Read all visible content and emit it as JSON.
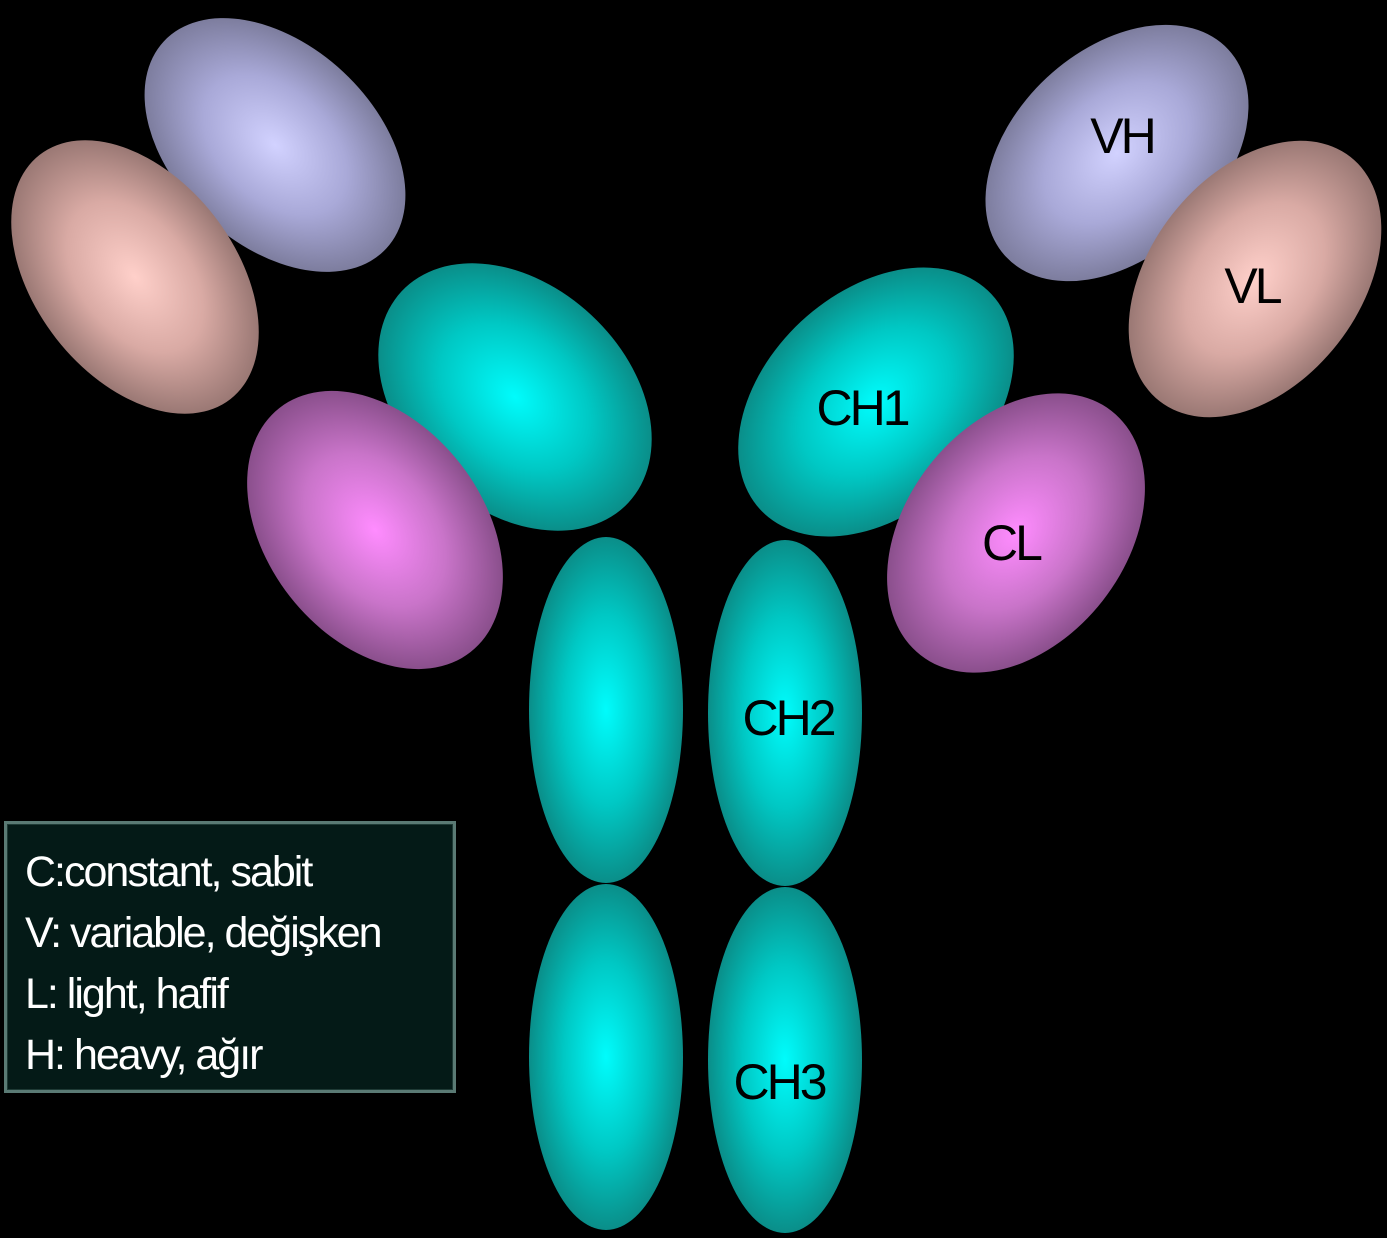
{
  "domains": {
    "vh": "VH",
    "vl": "VL",
    "ch1": "CH1",
    "cl": "CL",
    "ch2": "CH2",
    "ch3": "CH3"
  },
  "colors": {
    "heavy_constant": "#00e6e0",
    "light_constant": "#f08cf0",
    "heavy_variable": "#c8c8f5",
    "light_variable": "#f0bcb8",
    "legend_background": "#041a17",
    "legend_border": "#5a7a74"
  },
  "legend": {
    "lines": [
      "C:constant, sabit",
      "V: variable, değişken",
      "L: light, hafif",
      "H: heavy, ağır"
    ]
  }
}
